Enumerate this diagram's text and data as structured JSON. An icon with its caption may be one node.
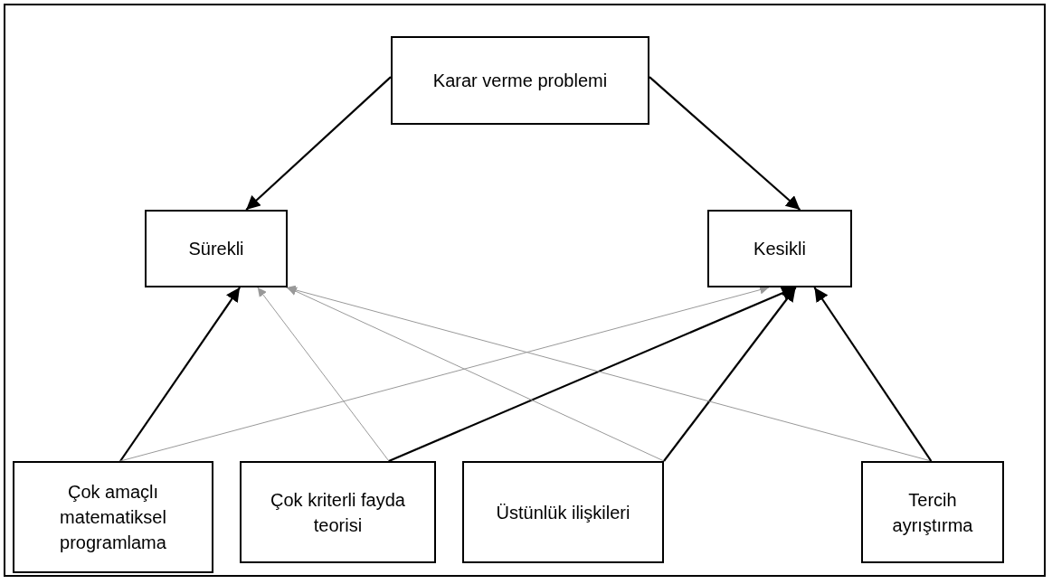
{
  "diagram": {
    "nodes": [
      {
        "text": [
          "Karar verme problemi"
        ]
      },
      {
        "text": [
          "Sürekli"
        ]
      },
      {
        "text": [
          "Kesikli"
        ]
      },
      {
        "text": [
          "Çok amaçlı matematiksel programlama"
        ]
      },
      {
        "text": [
          "Çok kriterli fayda teorisi"
        ]
      },
      {
        "text": [
          "Üstünlük ilişkileri"
        ]
      },
      {
        "text": [
          "Tercih ayrıştırma"
        ]
      }
    ],
    "edges": [
      {
        "from": 0,
        "to": 1,
        "arrow": "to"
      },
      {
        "from": 0,
        "to": 2,
        "arrow": "to"
      },
      {
        "from": 3,
        "to": 1,
        "arrow": "to"
      },
      {
        "from": 3,
        "to": 2,
        "arrow": "to",
        "color": "#999999"
      },
      {
        "from": 4,
        "to": 1,
        "arrow": "to",
        "color": "#999999"
      },
      {
        "from": 4,
        "to": 2,
        "arrow": "to"
      },
      {
        "from": 5,
        "to": 1,
        "arrow": "to",
        "color": "#999999"
      },
      {
        "from": 5,
        "to": 2,
        "arrow": "to"
      },
      {
        "from": 6,
        "to": 1,
        "arrow": "to",
        "color": "#999999"
      },
      {
        "from": 6,
        "to": 2,
        "arrow": "to"
      }
    ]
  }
}
